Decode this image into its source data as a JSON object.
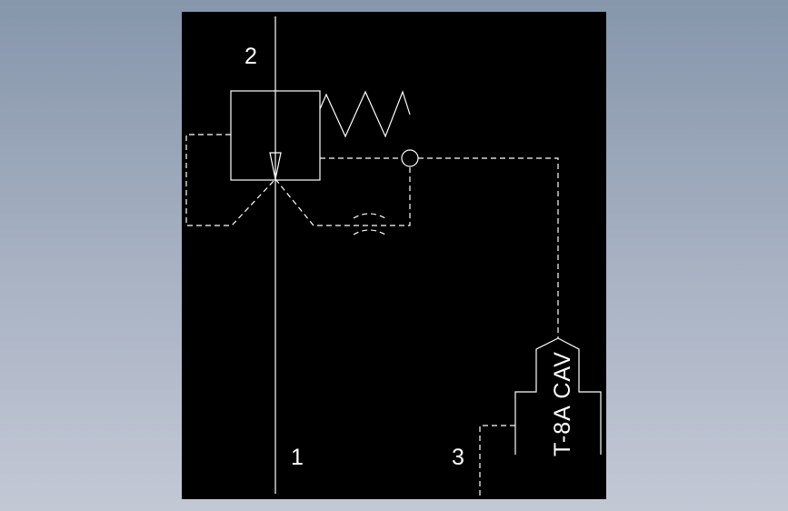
{
  "viewport": {
    "background_top": "#8696ab",
    "background_bottom": "#c3c8d5",
    "sheet_color": "#000000",
    "line_color": "#ffffff"
  },
  "diagram": {
    "ports": {
      "port_1": "1",
      "port_2": "2",
      "port_3": "3"
    },
    "cavity_label": "T-8A CAV"
  }
}
